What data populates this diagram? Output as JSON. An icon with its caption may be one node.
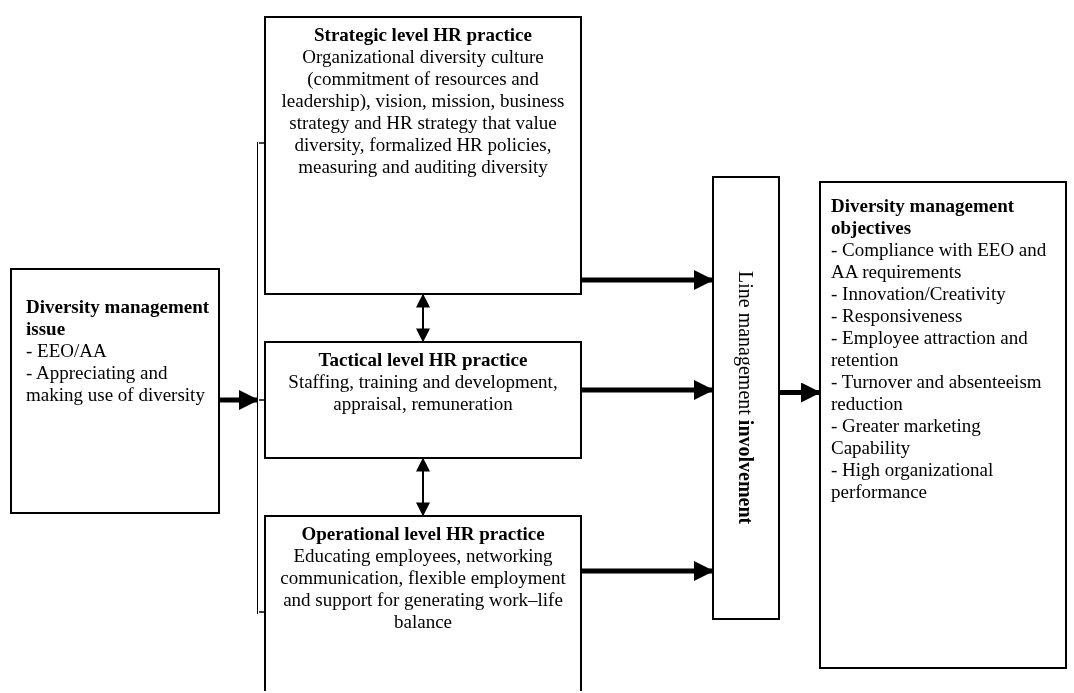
{
  "diagram": {
    "nodes": [
      {
        "text": [
          "Diversity management issue",
          "- EEO/AA",
          "- Appreciating and making use of diversity"
        ]
      },
      {
        "text": [
          "Strategic level HR practice",
          "Organizational diversity culture (commitment of resources and leadership), vision, mission, business strategy and HR strategy that value diversity, formalized HR policies, measuring and auditing diversity"
        ]
      },
      {
        "text": [
          "Tactical level HR practice",
          "Staffing, training and development, appraisal, remuneration"
        ]
      },
      {
        "text": [
          "Operational level HR practice",
          "Educating employees, networking communication, flexible employment and support for generating work–life balance"
        ]
      },
      {
        "text": [
          "Line management **involvement**"
        ]
      },
      {
        "text": [],
        "shape": "bar"
      },
      {
        "text": [
          "Diversity management objectives",
          "- Compliance with EEO and AA requirements",
          "- Innovation/Creativity",
          "- Responsiveness",
          "- Employee attraction and retention",
          "- Turnover and absenteeism reduction",
          "- Greater marketing Capability",
          "- High organizational performance"
        ]
      }
    ],
    "edges": [
      {
        "from": 0,
        "to": 5,
        "arrow": "to",
        "style": "thick"
      },
      {
        "from": 5,
        "to": 1,
        "arrow": "none"
      },
      {
        "from": 5,
        "to": 2,
        "arrow": "none"
      },
      {
        "from": 5,
        "to": 3,
        "arrow": "none"
      },
      {
        "from": 1,
        "to": 4,
        "arrow": "to",
        "style": "thick"
      },
      {
        "from": 2,
        "to": 4,
        "arrow": "to",
        "style": "thick"
      },
      {
        "from": 3,
        "to": 4,
        "arrow": "to",
        "style": "thick"
      },
      {
        "from": 4,
        "to": 6,
        "arrow": "to",
        "style": "thick"
      },
      {
        "from": 1,
        "to": 2,
        "arrow": "both"
      },
      {
        "from": 2,
        "to": 3,
        "arrow": "both"
      }
    ]
  }
}
